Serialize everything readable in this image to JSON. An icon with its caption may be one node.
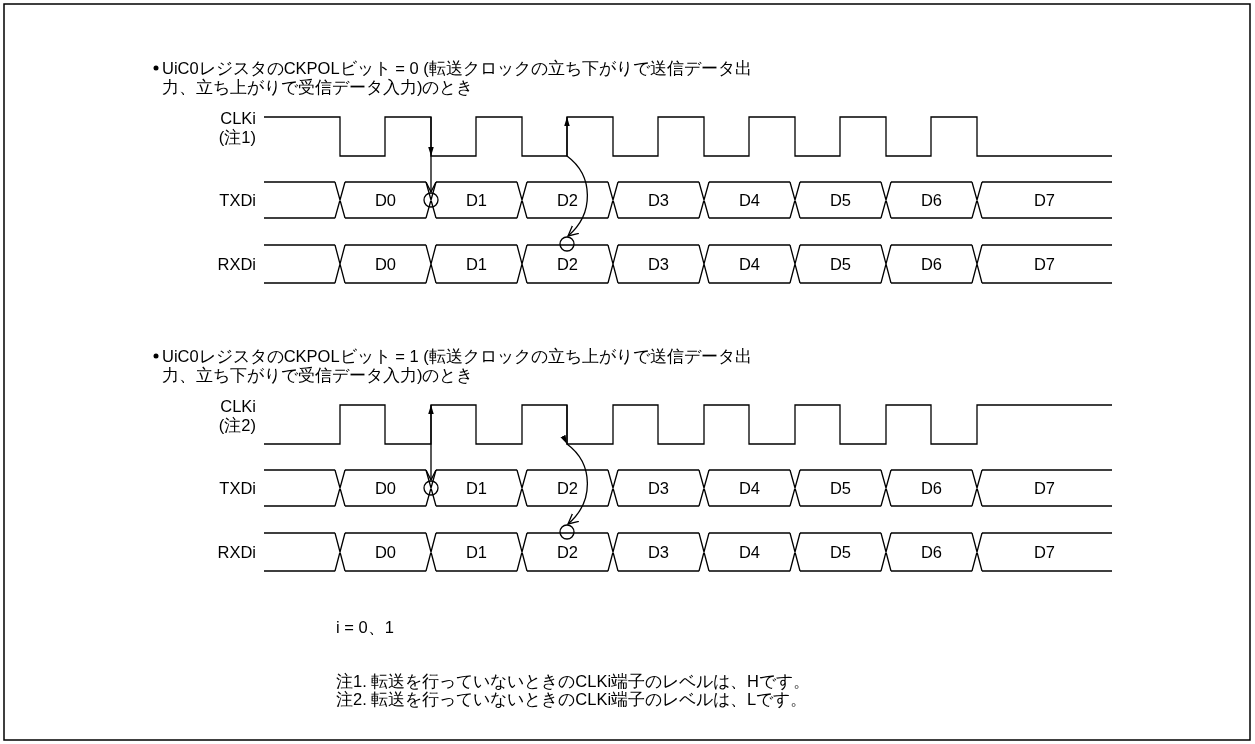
{
  "diagram": {
    "nodes": [
      {
        "text": [],
        "shape": "waveform"
      },
      {
        "text": [],
        "shape": "circle"
      },
      {
        "text": [],
        "shape": "circle"
      },
      {
        "text": [],
        "shape": "waveform"
      },
      {
        "text": [],
        "shape": "circle"
      },
      {
        "text": [],
        "shape": "circle"
      }
    ],
    "edges": [
      {
        "from": 0,
        "to": 1,
        "arrow": "to"
      },
      {
        "from": 0,
        "to": 2,
        "arrow": "both"
      },
      {
        "from": 3,
        "to": 4,
        "arrow": "both"
      },
      {
        "from": 3,
        "to": 5,
        "arrow": "to"
      }
    ],
    "labels": [
      "UiC0レジスタのCKPOLビット = 0 (転送クロックの立ち下がりで送信データ出力、立ち上がりで受信データ入力)のとき",
      "CLKi",
      "(注1)",
      "TXDi",
      "D0",
      "D1",
      "D2",
      "D3",
      "D4",
      "D5",
      "D6",
      "D7",
      "RXDi",
      "D0",
      "D1",
      "D2",
      "D3",
      "D4",
      "D5",
      "D6",
      "D7",
      "UiC0レジスタのCKPOLビット = 1 (転送クロックの立ち上がりで送信データ出力、立ち下がりで受信データ入力)のとき",
      "CLKi",
      "(注2)",
      "TXDi",
      "D0",
      "D1",
      "D2",
      "D3",
      "D4",
      "D5",
      "D6",
      "D7",
      "RXDi",
      "D0",
      "D1",
      "D2",
      "D3",
      "D4",
      "D5",
      "D6",
      "D7",
      "i = 0、1",
      "注1. 転送を行っていないときのCLKi端子のレベルは、Hです。",
      "注2. 転送を行っていないときのCLKi端子のレベルは、Lです。"
    ]
  }
}
